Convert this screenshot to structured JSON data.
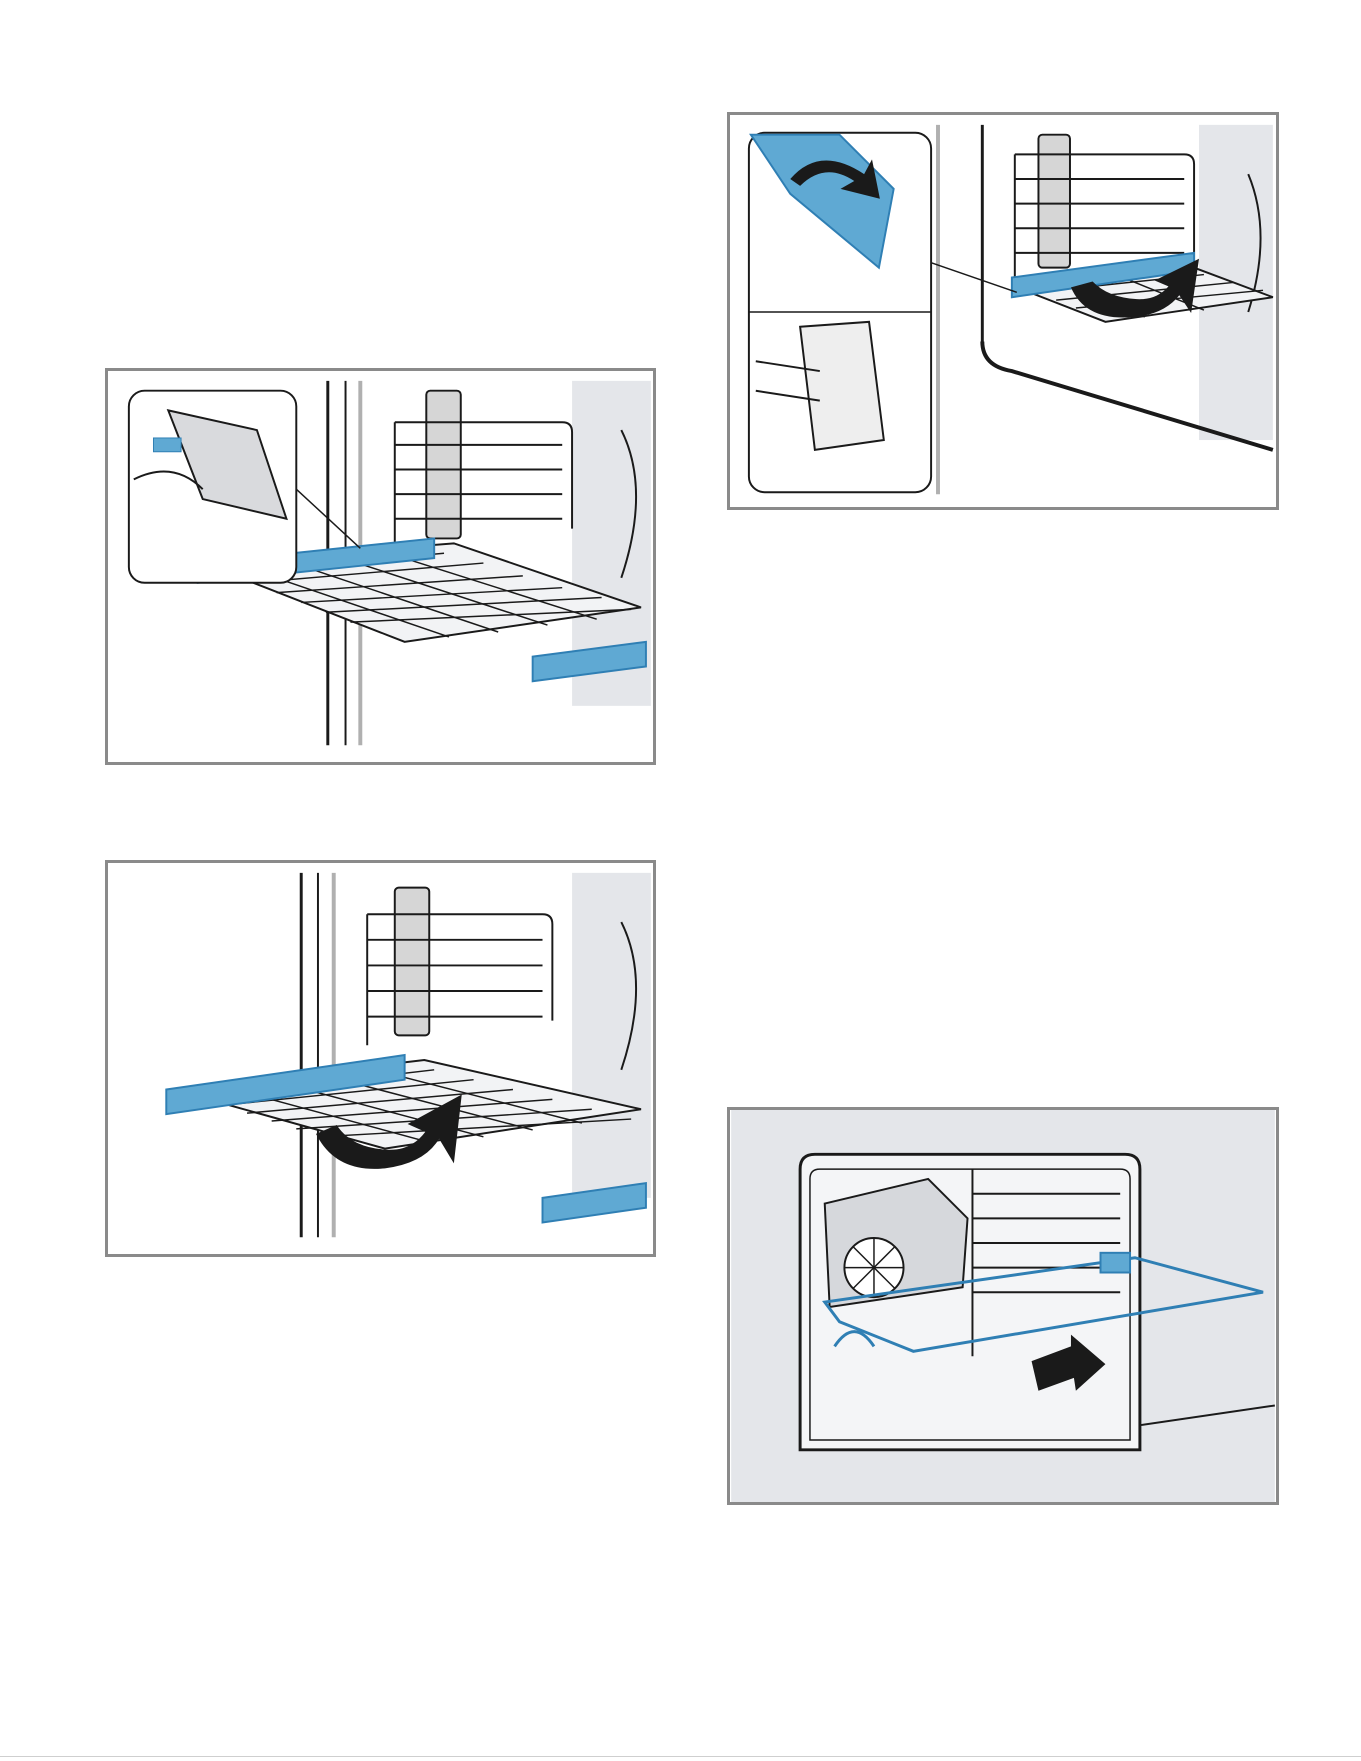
{
  "figures": [
    {
      "id": "fig1",
      "icon": "oven-rack-clip-detail-illustration"
    },
    {
      "id": "fig2",
      "icon": "oven-rack-rotate-illustration"
    },
    {
      "id": "fig3",
      "icon": "oven-rack-attach-clip-illustration"
    },
    {
      "id": "fig4",
      "icon": "oven-insert-probe-rack-illustration"
    }
  ],
  "colors": {
    "accent_blue": "#5fa9d3",
    "accent_blue_dark": "#2f7fb4",
    "panel_border": "#8a8a8a",
    "wall_gray": "#e4e6ea",
    "outline": "#1a1a1a"
  }
}
